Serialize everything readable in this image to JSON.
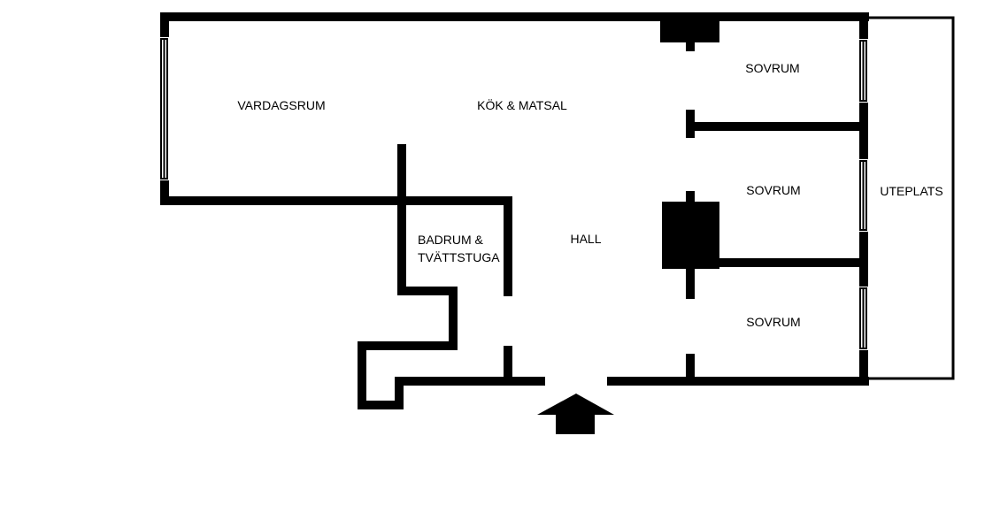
{
  "rooms": {
    "vardagsrum": "VARDAGSRUM",
    "kok_matsal": "KÖK & MATSAL",
    "badrum_line1": "BADRUM &",
    "badrum_line2": "TVÄTTSTUGA",
    "hall": "HALL",
    "sovrum_1": "SOVRUM",
    "sovrum_2": "SOVRUM",
    "sovrum_3": "SOVRUM",
    "uteplats": "UTEPLATS"
  },
  "colors": {
    "wall": "#000000",
    "background": "#ffffff"
  },
  "icons": {
    "entrance": "entrance-arrow-icon"
  }
}
